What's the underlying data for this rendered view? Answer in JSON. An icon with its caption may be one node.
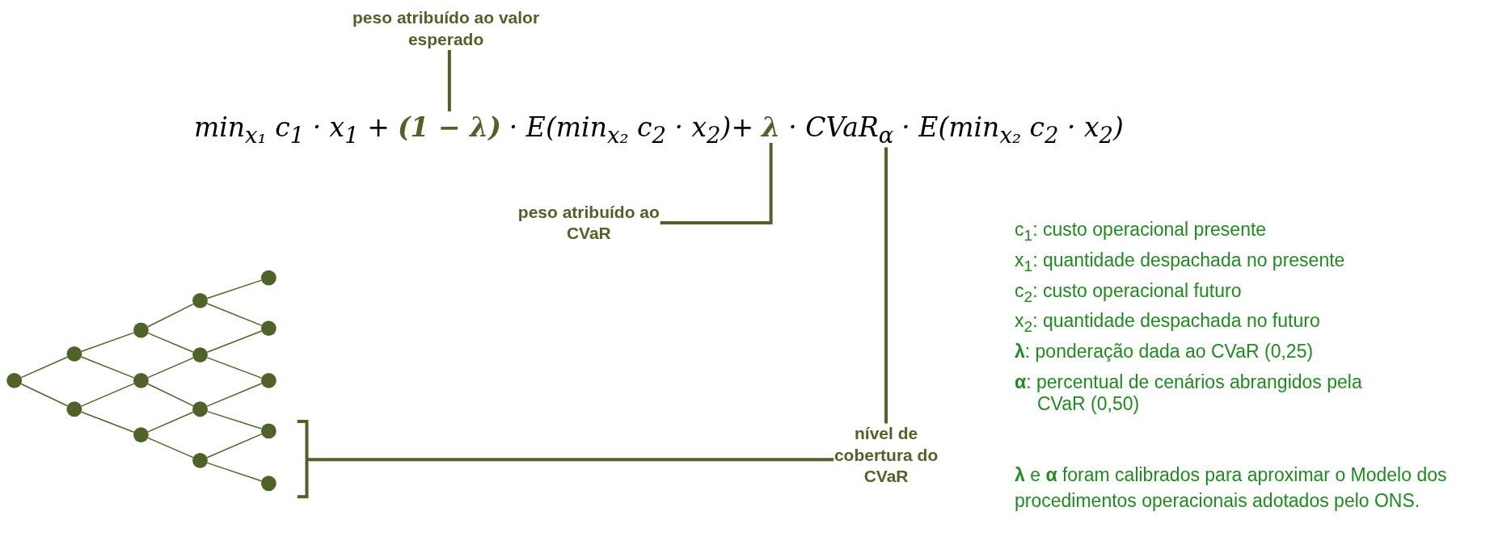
{
  "diagram": {
    "nodes": [
      {
        "text": [
          "peso atribuído ao valor esperado"
        ]
      },
      {
        "text": [
          "peso atribuído ao CVaR"
        ]
      },
      {
        "text": [
          "nível de cobertura do CVaR"
        ]
      },
      {
        "text": [],
        "shape": "circle"
      },
      {
        "text": [],
        "shape": "circle"
      },
      {
        "text": [],
        "shape": "circle"
      },
      {
        "text": [],
        "shape": "circle"
      },
      {
        "text": [],
        "shape": "circle"
      },
      {
        "text": [],
        "shape": "circle"
      },
      {
        "text": [],
        "shape": "circle"
      },
      {
        "text": [],
        "shape": "circle"
      },
      {
        "text": [],
        "shape": "circle"
      },
      {
        "text": [],
        "shape": "circle"
      },
      {
        "text": [],
        "shape": "circle"
      },
      {
        "text": [],
        "shape": "circle"
      },
      {
        "text": [],
        "shape": "circle"
      },
      {
        "text": [],
        "shape": "circle"
      },
      {
        "text": [],
        "shape": "circle"
      },
      {
        "text": [
          "(1 − λ)"
        ]
      },
      {
        "text": [
          "λ"
        ]
      },
      {
        "text": [
          "· CVaR$_{α}$"
        ]
      }
    ],
    "edges": [
      {
        "from": 0,
        "to": 18,
        "arrow": "none"
      },
      {
        "from": 1,
        "to": 19,
        "arrow": "none"
      },
      {
        "from": 2,
        "to": 20,
        "arrow": "none"
      },
      {
        "from": 2,
        "to": null,
        "arrow": "none"
      },
      {
        "from": 3,
        "to": 4,
        "arrow": "none"
      },
      {
        "from": 3,
        "to": 5,
        "arrow": "none"
      },
      {
        "from": 4,
        "to": 6,
        "arrow": "none"
      },
      {
        "from": 4,
        "to": 7,
        "arrow": "none"
      },
      {
        "from": 5,
        "to": 7,
        "arrow": "none"
      },
      {
        "from": 5,
        "to": 8,
        "arrow": "none"
      },
      {
        "from": 6,
        "to": 9,
        "arrow": "none"
      },
      {
        "from": 6,
        "to": 10,
        "arrow": "none"
      },
      {
        "from": 7,
        "to": 10,
        "arrow": "none"
      },
      {
        "from": 7,
        "to": 11,
        "arrow": "none"
      },
      {
        "from": 8,
        "to": 11,
        "arrow": "none"
      },
      {
        "from": 8,
        "to": 12,
        "arrow": "none"
      },
      {
        "from": 9,
        "to": 13,
        "arrow": "none"
      },
      {
        "from": 9,
        "to": 14,
        "arrow": "none"
      },
      {
        "from": 10,
        "to": 14,
        "arrow": "none"
      },
      {
        "from": 10,
        "to": 15,
        "arrow": "none"
      },
      {
        "from": 11,
        "to": 15,
        "arrow": "none"
      },
      {
        "from": 11,
        "to": 16,
        "arrow": "none"
      },
      {
        "from": 12,
        "to": 16,
        "arrow": "none"
      },
      {
        "from": 12,
        "to": 17,
        "arrow": "none"
      }
    ],
    "labels": [
      "min$_{x₁}$ c$_{1}$ · x$_{1}$ +",
      "· E(min$_{x₂}$ c$_{2}$ · x$_{2}$)+",
      "· E(min$_{x₂}$ c$_{2}$ · x$_{2}$)",
      "c$_{1}$: custo operacional presente",
      "x$_{1}$: quantidade despachada no presente",
      "c$_{2}$: custo operacional futuro",
      "x$_{2}$: quantidade despachada no futuro",
      "**λ**: ponderação dada ao CVaR (0,25)",
      "**α**: percentual de cenários abrangidos pela CVaR (0,50)",
      "**λ** e **α** foram calibrados para aproximar o Modelo dos procedimentos operacionais adotados pelo ONS."
    ]
  }
}
